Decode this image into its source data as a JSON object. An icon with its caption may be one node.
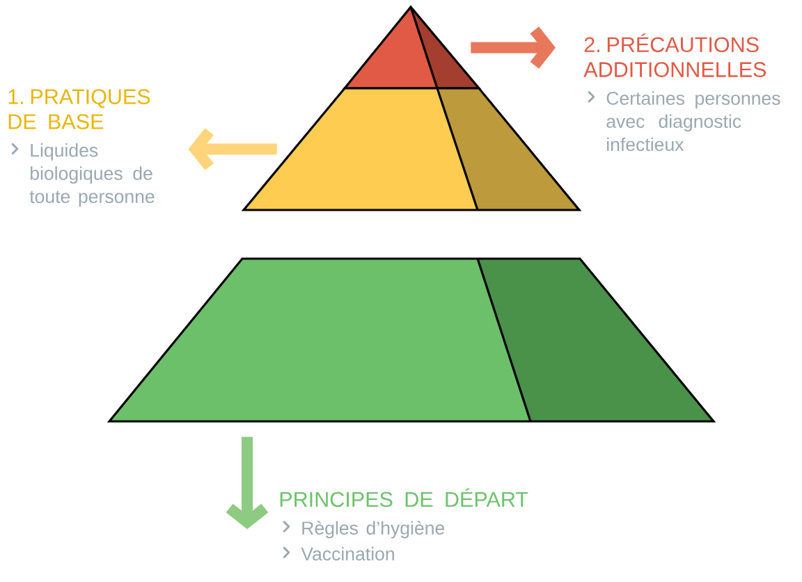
{
  "diagram": {
    "nodes": [
      {
        "text": [],
        "shape": "triangle"
      },
      {
        "text": [
          "2. PRÉCAUTIONS ADDITIONNELLES",
          "Certaines personnes avec diagnostic infectieux"
        ]
      },
      {
        "text": [
          "1. PRATIQUES DE BASE",
          "Liquides biologiques de toute personne"
        ]
      },
      {
        "text": [],
        "shape": "trapezoid"
      },
      {
        "text": [],
        "shape": "trapezoid"
      },
      {
        "text": [
          "PRINCIPES DE DÉPART",
          "Règles d’hygiène",
          "Vaccination"
        ]
      }
    ],
    "edges": [
      {
        "from": 0,
        "to": 1,
        "arrow": "to",
        "color": "#e8785c"
      },
      {
        "from": 3,
        "to": 2,
        "arrow": "to",
        "color": "#ffd47a"
      },
      {
        "from": 4,
        "to": 5,
        "arrow": "to",
        "color": "#8dcb82"
      }
    ]
  }
}
